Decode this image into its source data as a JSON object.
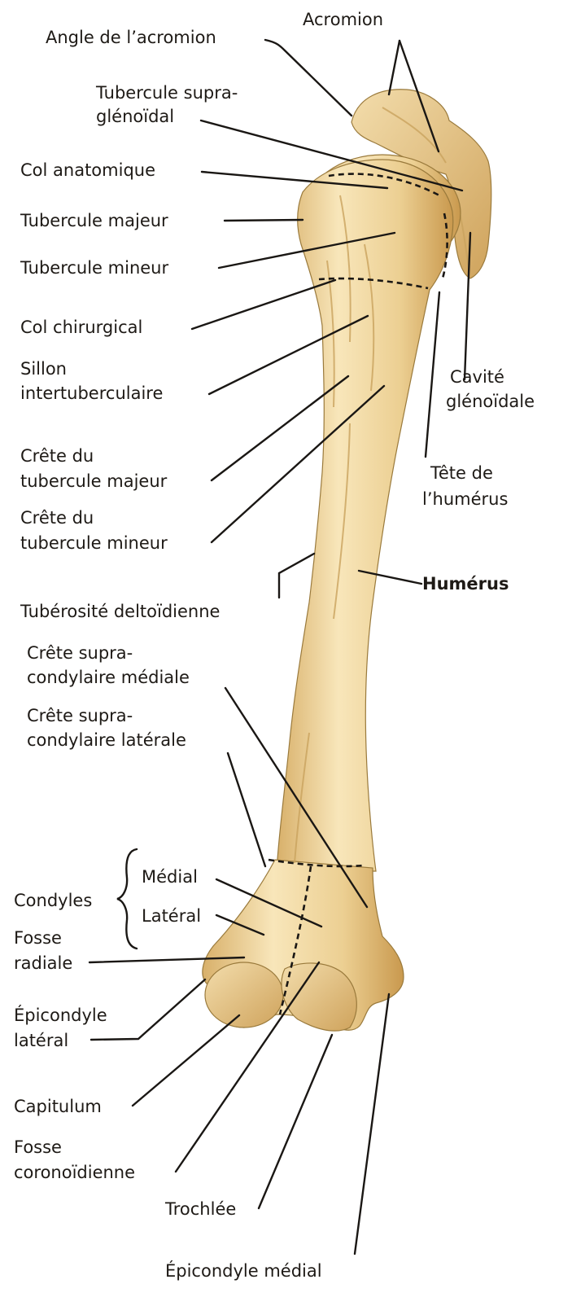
{
  "labels": {
    "acromion": "Acromion",
    "angle_acromion": "Angle de l’acromion",
    "tubercule_supra_1": "Tubercule supra-",
    "tubercule_supra_2": "glénoïdal",
    "col_anatomique": "Col anatomique",
    "tubercule_majeur": "Tubercule majeur",
    "tubercule_mineur": "Tubercule mineur",
    "col_chirurgical": "Col chirurgical",
    "sillon_1": "Sillon",
    "sillon_2": "intertuberculaire",
    "cavite_1": "Cavité",
    "cavite_2": "glénoïdale",
    "crete_majeur_1": "Crête du",
    "crete_majeur_2": "tubercule majeur",
    "tete_1": "Tête de",
    "tete_2": "l’humérus",
    "crete_mineur_1": "Crête du",
    "crete_mineur_2": "tubercule mineur",
    "humerus": "Humérus",
    "tuberosite": "Tubérosité deltoïdienne",
    "crete_med_1": "Crête supra-",
    "crete_med_2": "condylaire médiale",
    "crete_lat_1": "Crête supra-",
    "crete_lat_2": "condylaire latérale",
    "condyles": "Condyles",
    "medial": "Médial",
    "lateral": "Latéral",
    "fosse_radiale_1": "Fosse",
    "fosse_radiale_2": "radiale",
    "epicondyle_lat_1": "Épicondyle",
    "epicondyle_lat_2": "latéral",
    "capitulum": "Capitulum",
    "fosse_coro_1": "Fosse",
    "fosse_coro_2": "coronoïdienne",
    "trochlee": "Trochlée",
    "epicondyle_med": "Épicondyle médial"
  },
  "colors": {
    "bone_light": "#f7e3b4",
    "bone_mid": "#e6c484",
    "bone_dark": "#c79a52",
    "line": "#1a1714"
  }
}
